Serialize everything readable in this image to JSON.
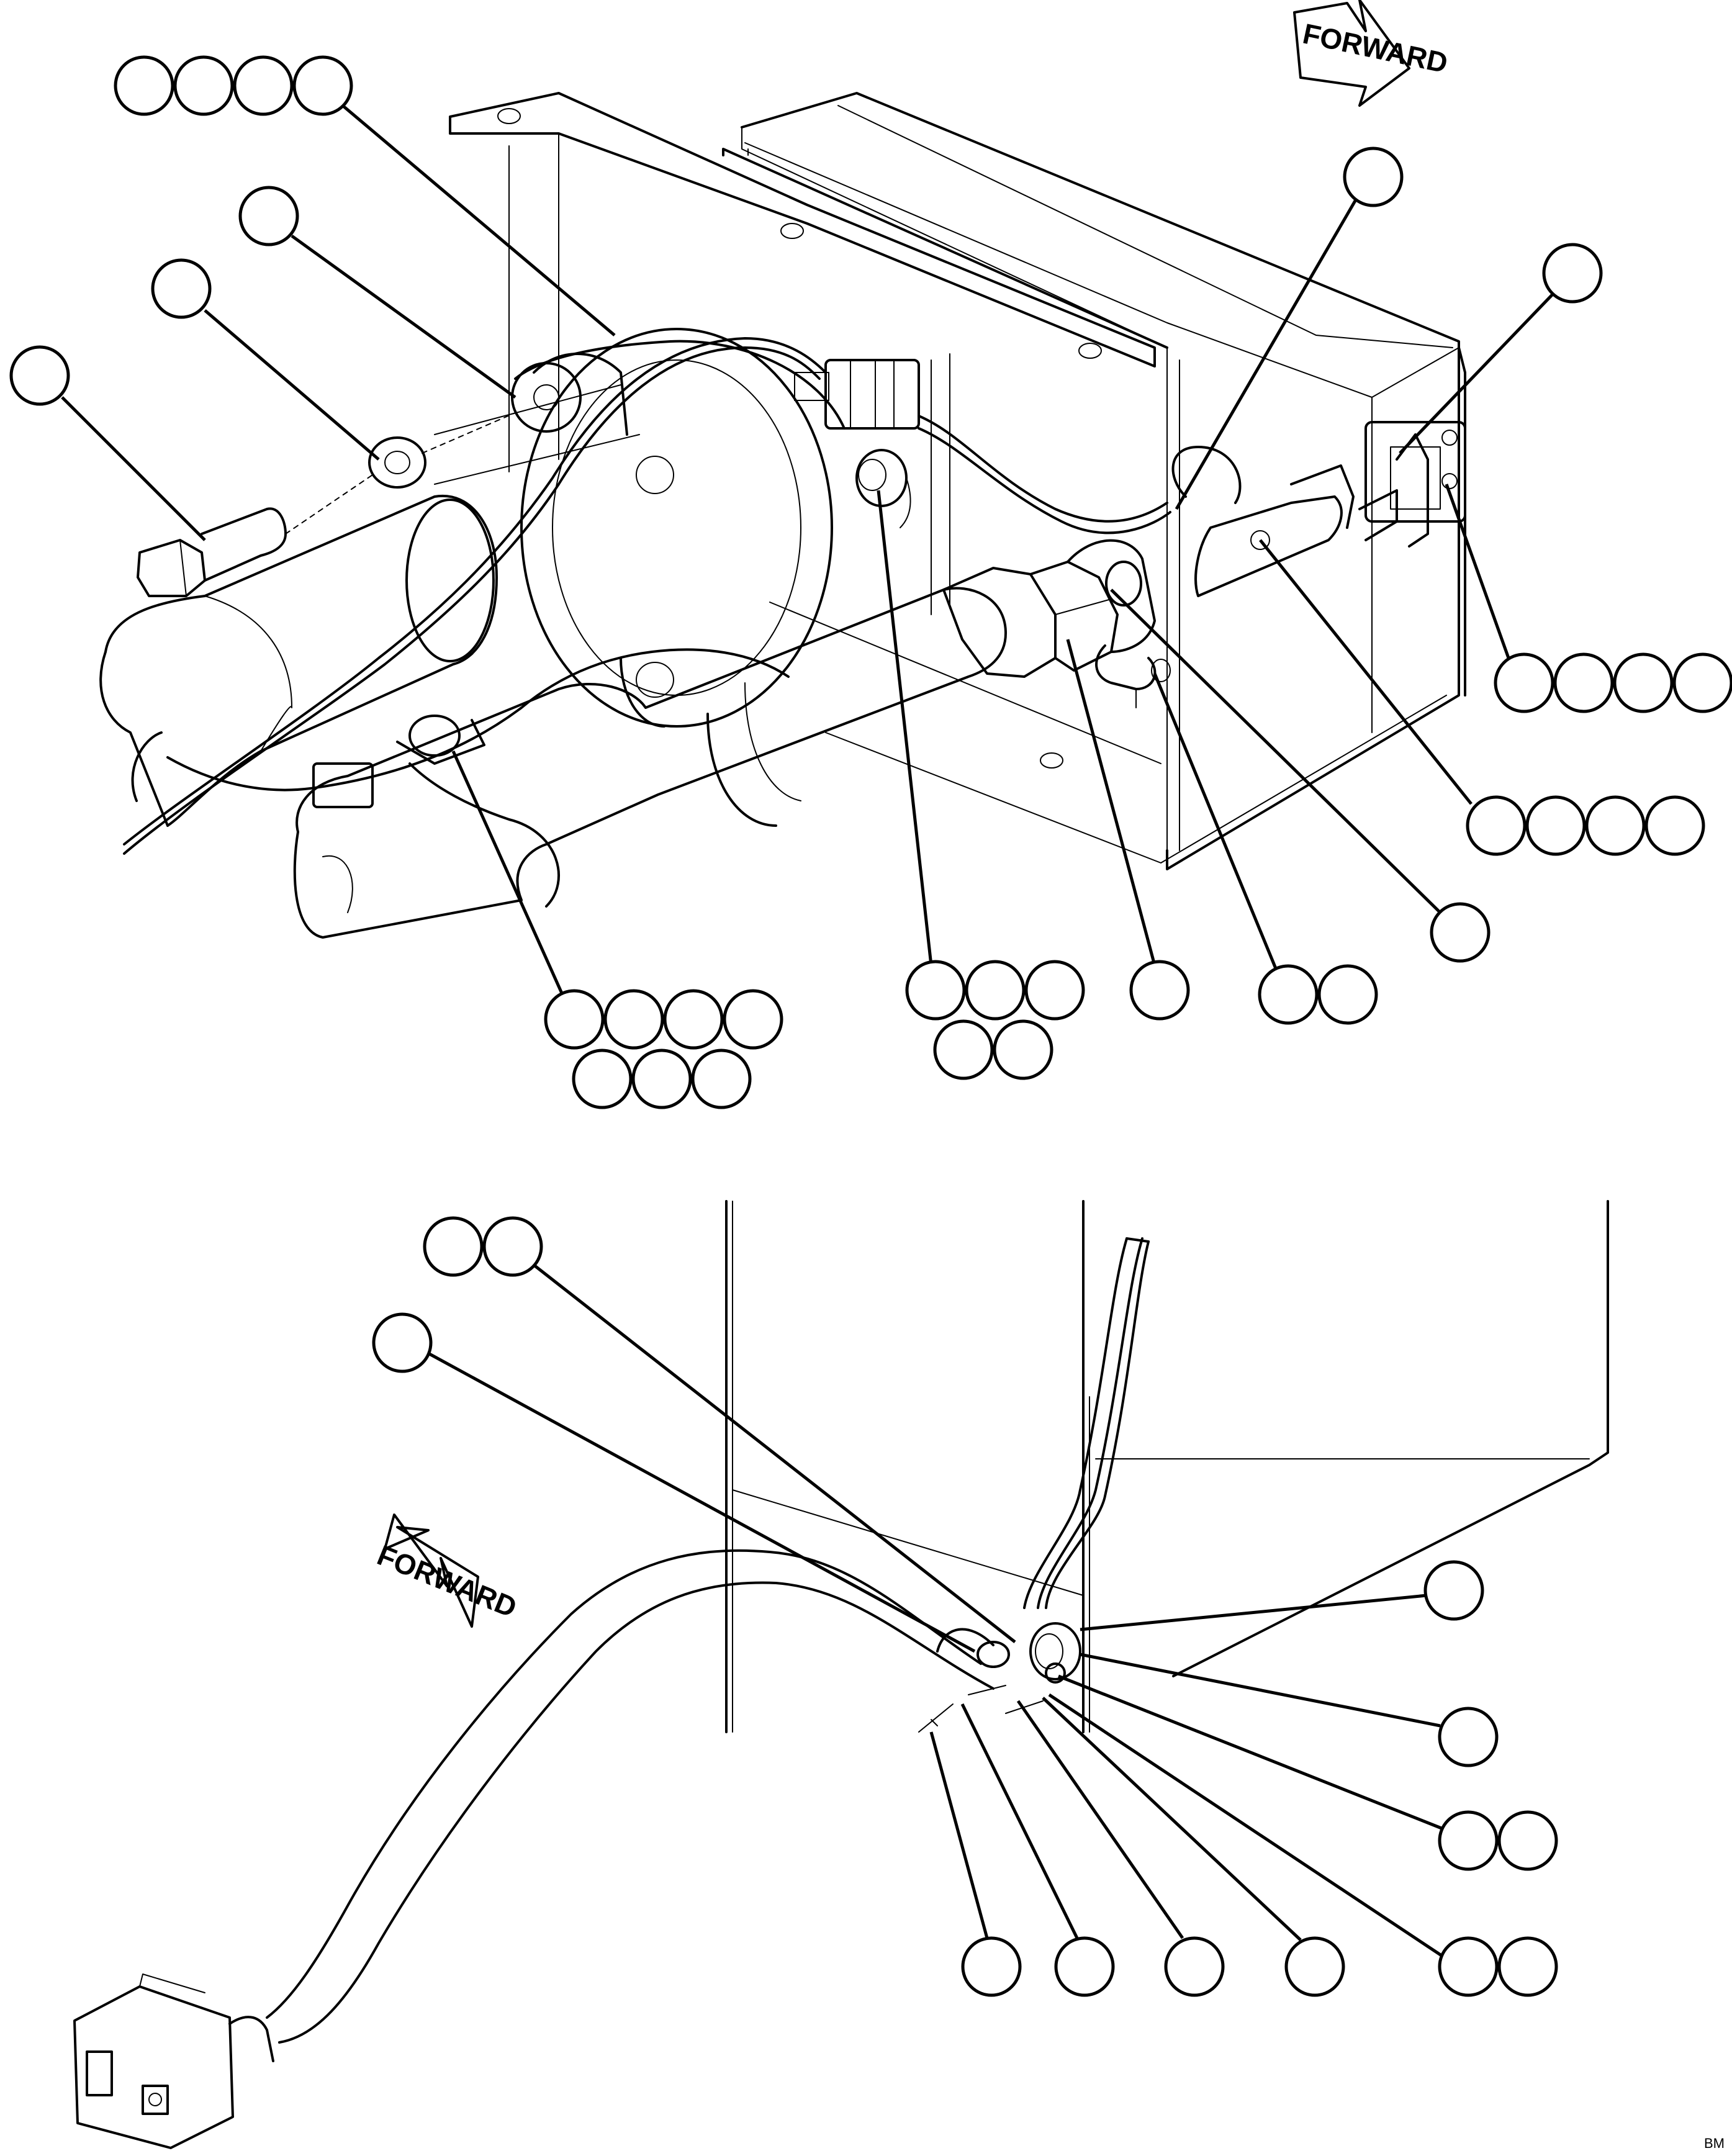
{
  "arrows": {
    "top_label": "FORWARD",
    "bottom_label": "FORWARD"
  },
  "drawing_mark": "BM",
  "colors": {
    "line": "#000000",
    "background": "#ffffff"
  },
  "callout_groups": [
    {
      "id": "top-left-row",
      "count": 4
    },
    {
      "id": "hose-fitting",
      "count": 1
    },
    {
      "id": "washer",
      "count": 1
    },
    {
      "id": "bolt",
      "count": 1
    },
    {
      "id": "sensor-port",
      "count": 1
    },
    {
      "id": "latch-bracket",
      "count": 1
    },
    {
      "id": "latch-right-row",
      "count": 4
    },
    {
      "id": "latch-pin-row",
      "count": 4
    },
    {
      "id": "hose-coupling",
      "count": 1
    },
    {
      "id": "clamp-group",
      "count": 7
    },
    {
      "id": "sensor-group",
      "count": 5
    },
    {
      "id": "nut",
      "count": 1
    },
    {
      "id": "ground-lug",
      "count": 2
    },
    {
      "id": "bottom-top-pair",
      "count": 2
    },
    {
      "id": "bottom-single",
      "count": 1
    },
    {
      "id": "bulkhead-right-1",
      "count": 1
    },
    {
      "id": "bulkhead-right-2",
      "count": 1
    },
    {
      "id": "bulkhead-right-pair-1",
      "count": 2
    },
    {
      "id": "bulkhead-right-pair-2",
      "count": 2
    },
    {
      "id": "bottom-row-1",
      "count": 1
    },
    {
      "id": "bottom-row-2",
      "count": 1
    },
    {
      "id": "bottom-row-3",
      "count": 1
    },
    {
      "id": "bottom-row-4",
      "count": 1
    }
  ]
}
